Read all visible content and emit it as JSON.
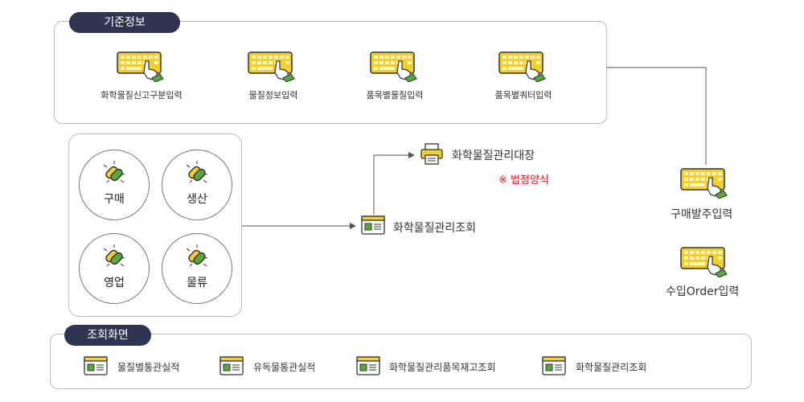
{
  "sections": {
    "base_info": "기준정보",
    "inquiry_screen": "조회화면"
  },
  "base_inputs": [
    {
      "label": "화학물질신고구분입력",
      "icon": "keyboard-hand-icon"
    },
    {
      "label": "물질정보입력",
      "icon": "keyboard-hand-icon"
    },
    {
      "label": "품목별물질입력",
      "icon": "keyboard-hand-icon"
    },
    {
      "label": "품목별쿼터입력",
      "icon": "keyboard-hand-icon"
    }
  ],
  "departments": [
    {
      "label": "구매",
      "icon": "chain-link-icon"
    },
    {
      "label": "생산",
      "icon": "chain-link-icon"
    },
    {
      "label": "영업",
      "icon": "chain-link-icon"
    },
    {
      "label": "물류",
      "icon": "chain-link-icon"
    }
  ],
  "center": {
    "inquiry_label": "화학물질관리조회",
    "ledger_label": "화학물질관리대장",
    "legal_note": "※ 법정양식",
    "printer_icon": "printer-icon",
    "window_icon": "window-icon"
  },
  "right_inputs": [
    {
      "label": "구매발주입력",
      "icon": "keyboard-hand-icon"
    },
    {
      "label": "수입Order입력",
      "icon": "keyboard-hand-icon"
    }
  ],
  "inquiry_items": [
    {
      "label": "물질별통관실적",
      "icon": "window-icon"
    },
    {
      "label": "유독물통관실적",
      "icon": "window-icon"
    },
    {
      "label": "화학물질관리품목재고조회",
      "icon": "window-icon"
    },
    {
      "label": "화학물질관리조회",
      "icon": "window-icon"
    }
  ],
  "colors": {
    "pill_bg": "#2e3553",
    "keyboard_yellow": "#f2cf2f",
    "hand_green": "#5aa73c",
    "legal_red": "#e0161b",
    "panel_border": "#b9b9b9"
  }
}
